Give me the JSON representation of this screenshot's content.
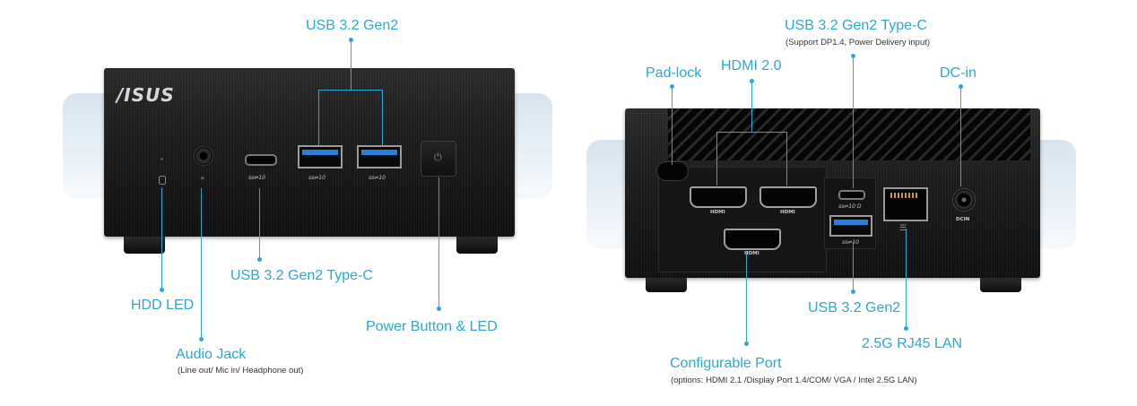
{
  "front": {
    "brand": "/ISUS",
    "labels": {
      "usb32_gen2": "USB 3.2 Gen2",
      "usb32_gen2_typec": "USB 3.2 Gen2 Type-C",
      "hdd_led": "HDD LED",
      "audio_jack": "Audio Jack",
      "audio_jack_note": "(Line out/ Mic in/ Headphone out)",
      "power_button": "Power Button & LED"
    },
    "port_marks": [
      "ss⇌10",
      "ss⇌10",
      "ss⇌10"
    ]
  },
  "rear": {
    "labels": {
      "usb32_gen2_typec": "USB 3.2 Gen2 Type-C",
      "usb32_gen2_typec_note": "(Support DP1.4, Power Delivery input)",
      "padlock": "Pad-lock",
      "hdmi20": "HDMI 2.0",
      "dcin": "DC-in",
      "usb32_gen2": "USB 3.2 Gen2",
      "rj45": "2.5G RJ45 LAN",
      "configurable_port": "Configurable Port",
      "configurable_port_note": "(options: HDMI 2.1 /Display Port 1.4/COM/ VGA / Intel 2.5G LAN)"
    },
    "port_captions": {
      "hdmi_left": "HDMI",
      "hdmi_right": "HDMI",
      "hdmi_config": "HDMI",
      "typec_mark": "ss⇌10 D",
      "usb_mark": "ss⇌10",
      "dcin_mark": "DCIN"
    }
  },
  "colors": {
    "accent": "#29a8d8",
    "device": "#1b1b1b",
    "usb_blue": "#2a7fd6",
    "backdrop": "#dde8f1"
  }
}
